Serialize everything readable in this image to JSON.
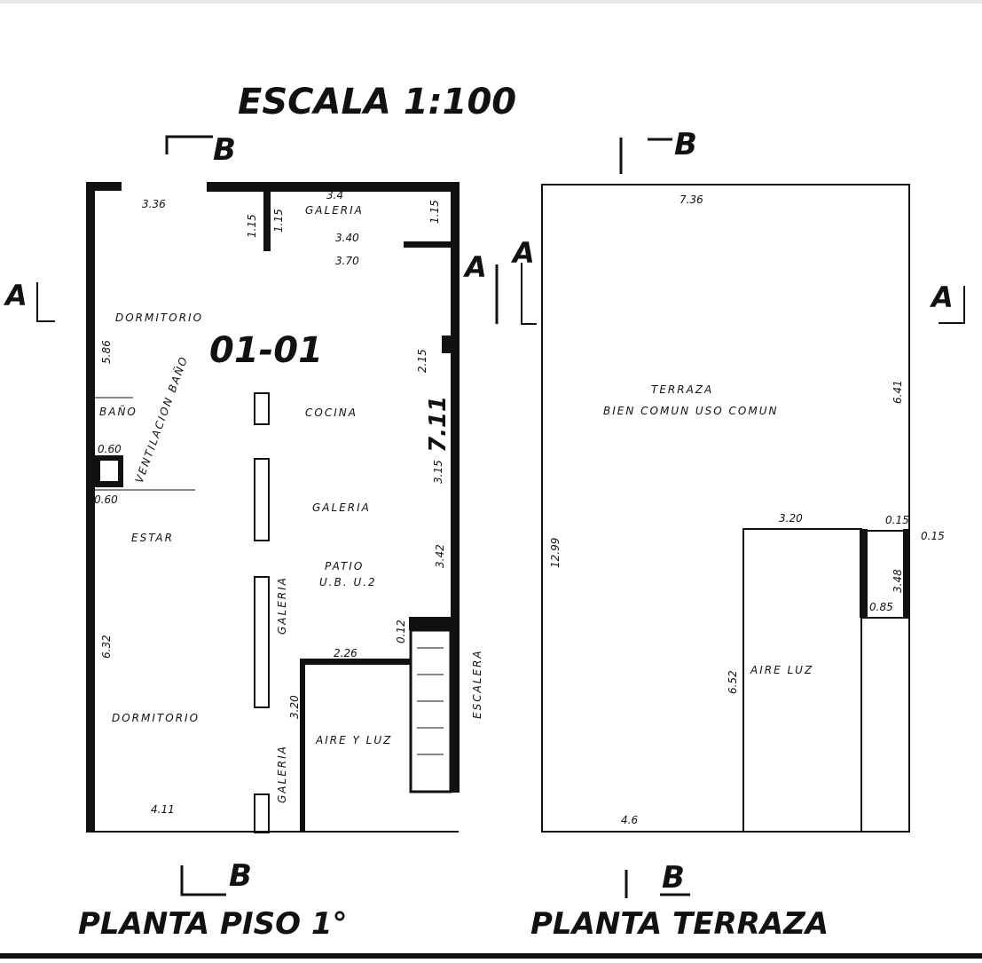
{
  "scale_label": "ESCALA 1:100",
  "section_marks": {
    "a": "A",
    "b": "B"
  },
  "floor_plan": {
    "title": "PLANTA PISO 1°",
    "unit_id": "01-01",
    "rooms": {
      "galeria_top": "GALERIA",
      "dormitorio_top": "DORMITORIO",
      "bano": "BAÑO",
      "ventilacion": "VENTILACION BAÑO",
      "cocina": "COCINA",
      "galeria_mid": "GALERIA",
      "estar": "ESTAR",
      "patio": "PATIO",
      "patio_sub": "U.B. U.2",
      "galeria_side": "GALERIA",
      "dormitorio_bottom": "DORMITORIO",
      "aire_luz": "AIRE Y LUZ",
      "galeria_bottom": "GALERIA",
      "escalera": "ESCALERA"
    },
    "dimensions": {
      "d336": "3.36",
      "d34": "3.4",
      "d340": "3.40",
      "d370": "3.70",
      "d115a": "1.15",
      "d115b": "1.15",
      "d115c": "1.15",
      "d586": "5.86",
      "d711": "7.11",
      "d632": "6.32",
      "d226": "2.26",
      "d320": "3.20",
      "d411": "4.11",
      "d060a": "0.60",
      "d060b": "0.60",
      "d315": "3.15",
      "d215": "2.15",
      "d342": "3.42",
      "d012": "0.12"
    }
  },
  "terrace_plan": {
    "title": "PLANTA TERRAZA",
    "rooms": {
      "terraza": "TERRAZA",
      "bien_comun": "BIEN COMUN USO COMUN",
      "aire_luz": "AIRE LUZ"
    },
    "dimensions": {
      "d736": "7.36",
      "d641": "6.41",
      "d1299": "12.99",
      "d320": "3.20",
      "d015a": "0.15",
      "d015b": "0.15",
      "d652": "6.52",
      "d46": "4.6",
      "d085": "0.85",
      "d348": "3.48"
    }
  }
}
